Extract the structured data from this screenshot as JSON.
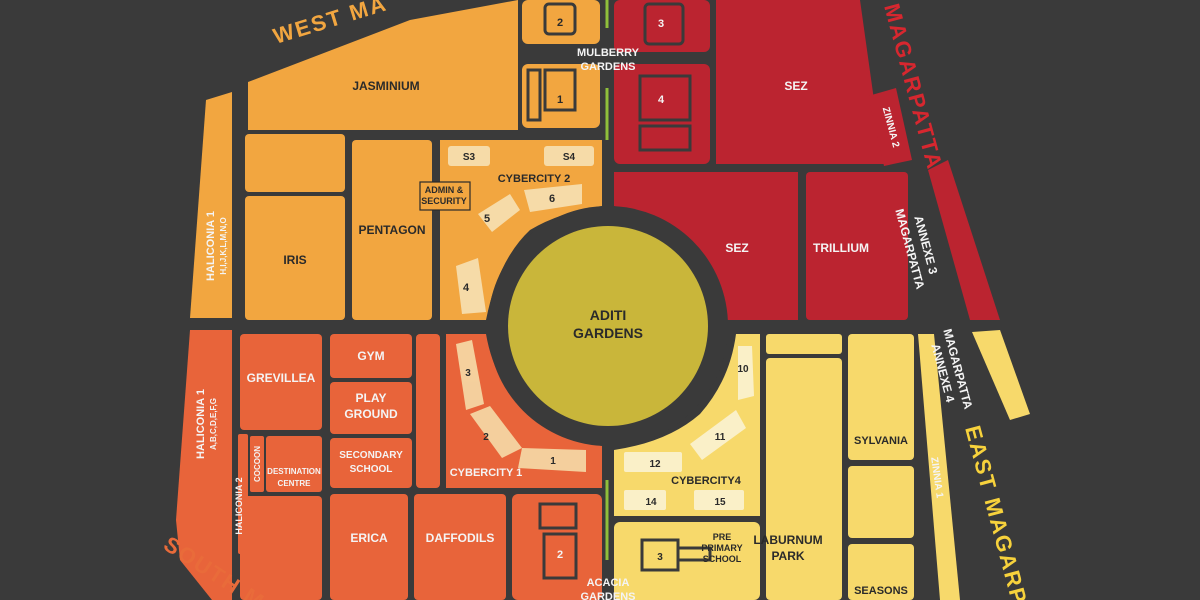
{
  "colors": {
    "background": "#3a3a3a",
    "orange_zone": "#f2a640",
    "red_zone": "#bb2430",
    "vermilion_zone": "#e8643a",
    "yellow_zone": "#f7d96b",
    "garden": "#c9b63a",
    "pale_block": "#f6dba8",
    "median": "#8fbf3a"
  },
  "roads": {
    "west": "WEST MA",
    "north_east": "MAGARPATTA",
    "east": "EAST MAGARP",
    "south": "SOUTH M"
  },
  "zones": {
    "jasminium": "JASMINIUM",
    "iris": "IRIS",
    "pentagon": "PENTAGON",
    "haliconia1_top_a": "HALICONIA 1",
    "haliconia1_top_b": "H,I,J,K,L,M,N,O",
    "admin_a": "ADMIN &",
    "admin_b": "SECURITY",
    "cybercity2": "CYBERCITY 2",
    "s3": "S3",
    "s4": "S4",
    "cc2_5": "5",
    "cc2_6": "6",
    "cc2_4": "4",
    "mulberry_a": "MULBERRY",
    "mulberry_b": "GARDENS",
    "mul_2": "2",
    "mul_1": "1",
    "mul_3": "3",
    "mul_4": "4",
    "sez_top": "SEZ",
    "sez_mid": "SEZ",
    "trillium": "TRILLIUM",
    "zinnia2": "ZINNIA 2",
    "annexe3_a": "MAGARPATTA",
    "annexe3_b": "ANNEXE 3",
    "aditi_a": "ADITI",
    "aditi_b": "GARDENS",
    "haliconia1_bot_a": "HALICONIA 1",
    "haliconia1_bot_b": "A,B,C,D,E,F,G",
    "haliconia2": "HALICONIA 2",
    "grevillea": "GREVILLEA",
    "cocoon": "COCOON",
    "destination_a": "DESTINATION",
    "destination_b": "CENTRE",
    "gym": "GYM",
    "playground_a": "PLAY",
    "playground_b": "GROUND",
    "secondary_a": "SECONDARY",
    "secondary_b": "SCHOOL",
    "cybercity1": "CYBERCITY 1",
    "cc1_3": "3",
    "cc1_2": "2",
    "cc1_1": "1",
    "erica": "ERICA",
    "daffodils": "DAFFODILS",
    "acacia_2": "2",
    "acacia_a": "ACACIA",
    "acacia_b": "GARDENS",
    "cybercity4": "CYBERCITY4",
    "cc4_10": "10",
    "cc4_11": "11",
    "cc4_12": "12",
    "cc4_14": "14",
    "cc4_15": "15",
    "pp_3": "3",
    "preprimary_a": "PRE",
    "preprimary_b": "PRIMARY",
    "preprimary_c": "SCHOOL",
    "laburnum_a": "LABURNUM",
    "laburnum_b": "PARK",
    "sylvania": "SYLVANIA",
    "seasons": "SEASONS",
    "zinnia1": "ZINNIA 1",
    "annexe4_a": "MAGARPATTA",
    "annexe4_b": "ANNEXE 4"
  }
}
